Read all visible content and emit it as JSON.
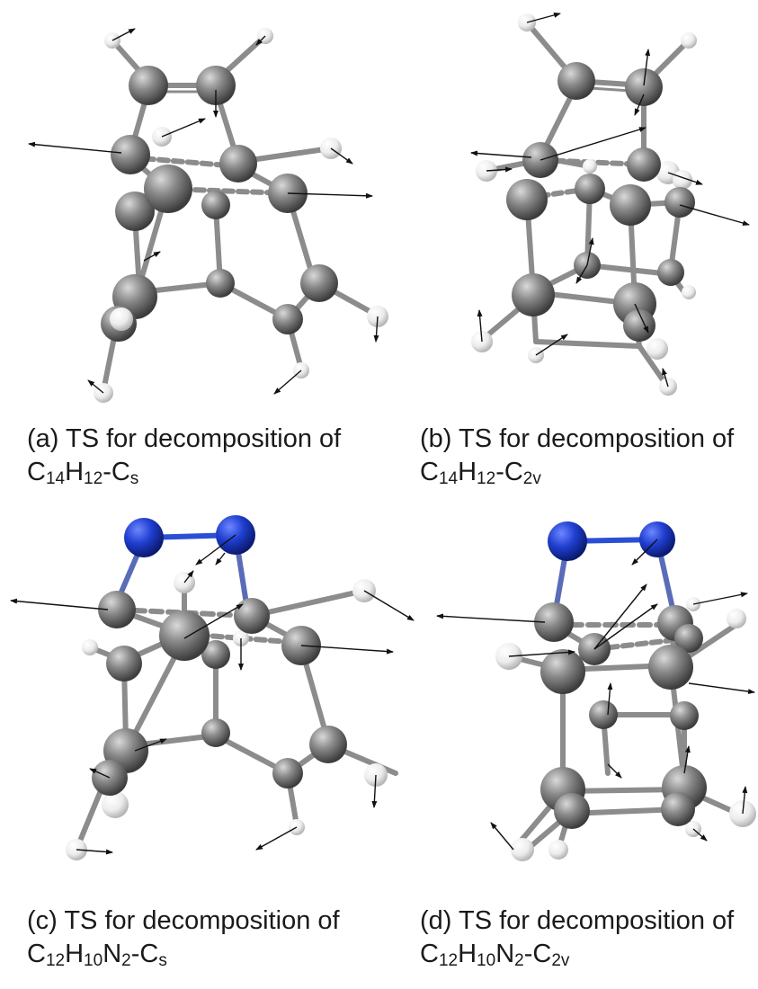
{
  "panels": [
    {
      "id": "a",
      "caption_line1": "(a) TS for decomposition of",
      "formula": [
        {
          "t": "C"
        },
        {
          "s": "14"
        },
        {
          "t": "H"
        },
        {
          "s": "12"
        },
        {
          "t": "-C"
        },
        {
          "s": "s"
        }
      ]
    },
    {
      "id": "b",
      "caption_line1": "(b) TS for decomposition of",
      "formula": [
        {
          "t": "C"
        },
        {
          "s": "14"
        },
        {
          "t": "H"
        },
        {
          "s": "12"
        },
        {
          "t": "-C"
        },
        {
          "s": "2v"
        }
      ]
    },
    {
      "id": "c",
      "caption_line1": "(c) TS for decomposition of",
      "formula": [
        {
          "t": "C"
        },
        {
          "s": "12"
        },
        {
          "t": "H"
        },
        {
          "s": "10"
        },
        {
          "t": "N"
        },
        {
          "s": "2"
        },
        {
          "t": "-C"
        },
        {
          "s": "s"
        }
      ]
    },
    {
      "id": "d",
      "caption_line1": "(d) TS for decomposition of",
      "formula": [
        {
          "t": "C"
        },
        {
          "s": "12"
        },
        {
          "t": "H"
        },
        {
          "s": "10"
        },
        {
          "t": "N"
        },
        {
          "s": "2"
        },
        {
          "t": "-C"
        },
        {
          "s": "2v"
        }
      ]
    }
  ],
  "colors": {
    "carbon": "#7a7a7a",
    "hydrogen": "#f2f2f2",
    "nitrogen": "#1f3fd0",
    "bond": "#8c8c8c",
    "vector": "#111111"
  }
}
